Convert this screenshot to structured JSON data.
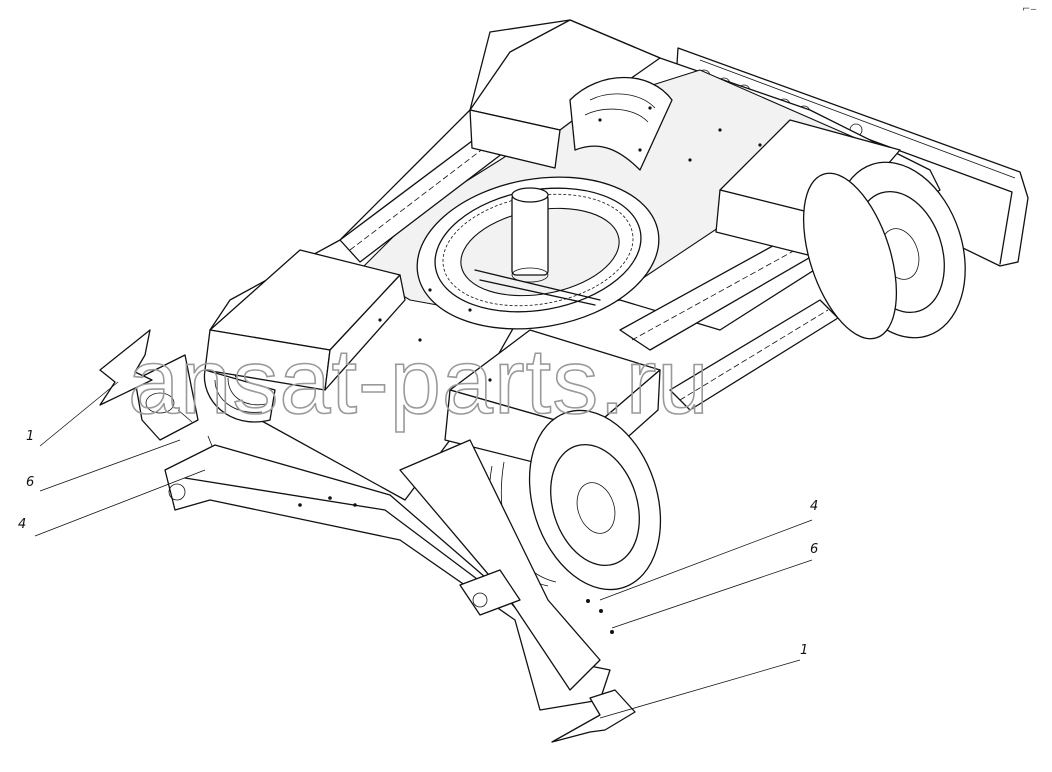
{
  "watermark": "ansat-parts.ru",
  "corner_mark": "⌐‒",
  "callouts": [
    {
      "id": "c1",
      "label": "1"
    },
    {
      "id": "c2",
      "label": "6"
    },
    {
      "id": "c3",
      "label": "4"
    },
    {
      "id": "c4",
      "label": "4"
    },
    {
      "id": "c5",
      "label": "6"
    },
    {
      "id": "c6",
      "label": "1"
    }
  ]
}
